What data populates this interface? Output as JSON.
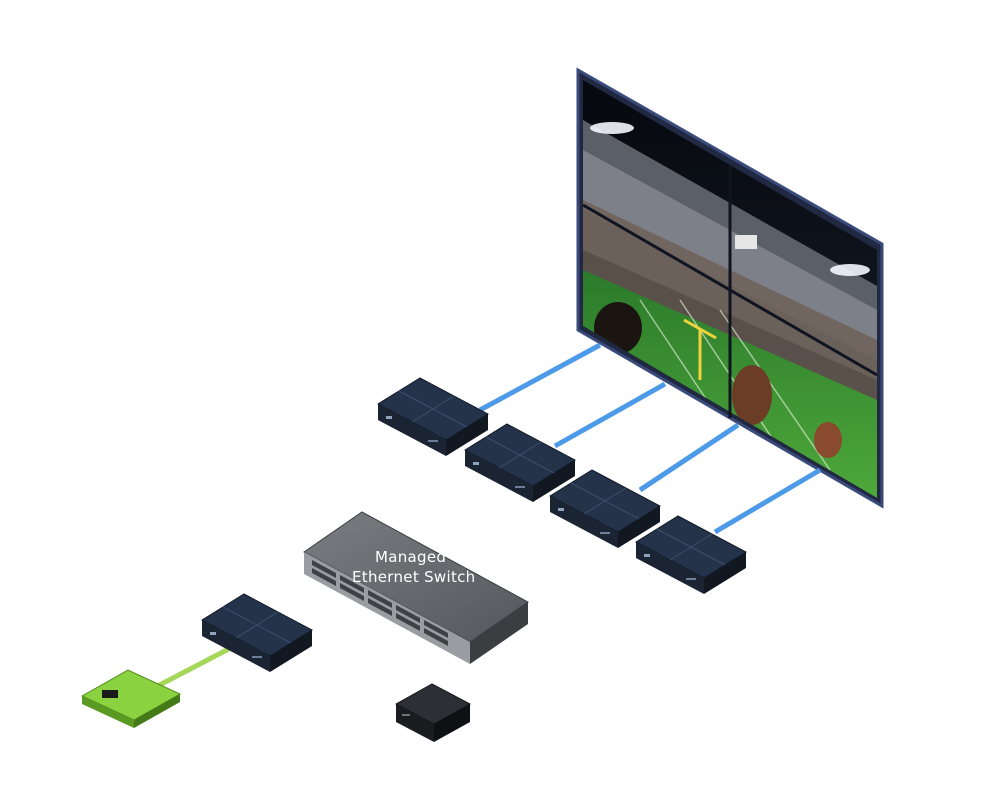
{
  "switch": {
    "label_line1": "Managed",
    "label_line2": "Ethernet Switch"
  },
  "icons": {
    "video_wall": "video-wall-display",
    "decoder": "av-over-ip-decoder",
    "encoder": "av-over-ip-encoder",
    "source": "green-source-device",
    "controller": "mini-pc-controller",
    "switch": "network-switch"
  },
  "colors": {
    "link_video": "#4d9be8",
    "link_source": "#a6d65a",
    "device_body": "#1f2a3a",
    "switch_body": "#5f6166",
    "source_body": "#6cb52e"
  }
}
